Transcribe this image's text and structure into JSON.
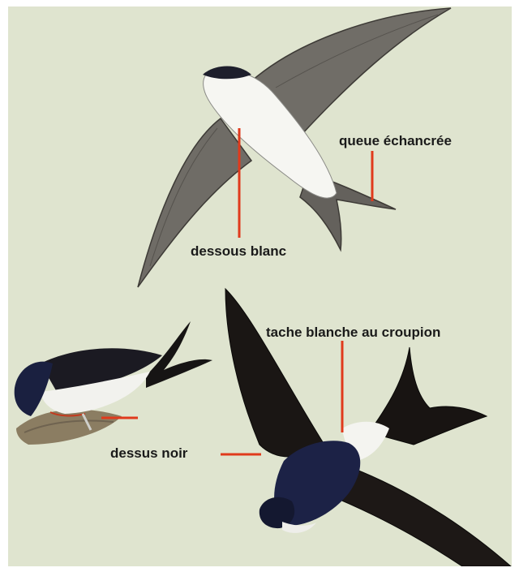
{
  "labels": {
    "tail": "queue échancrée",
    "underside": "dessous blanc",
    "rump_patch": "tache blanche au croupion",
    "upperside": "dessus noir"
  },
  "colors": {
    "background": "#dfe4cf",
    "leader_line": "#e03a1c",
    "underside_wing": "#6f6c66",
    "upperside_body": "#1c2246"
  }
}
